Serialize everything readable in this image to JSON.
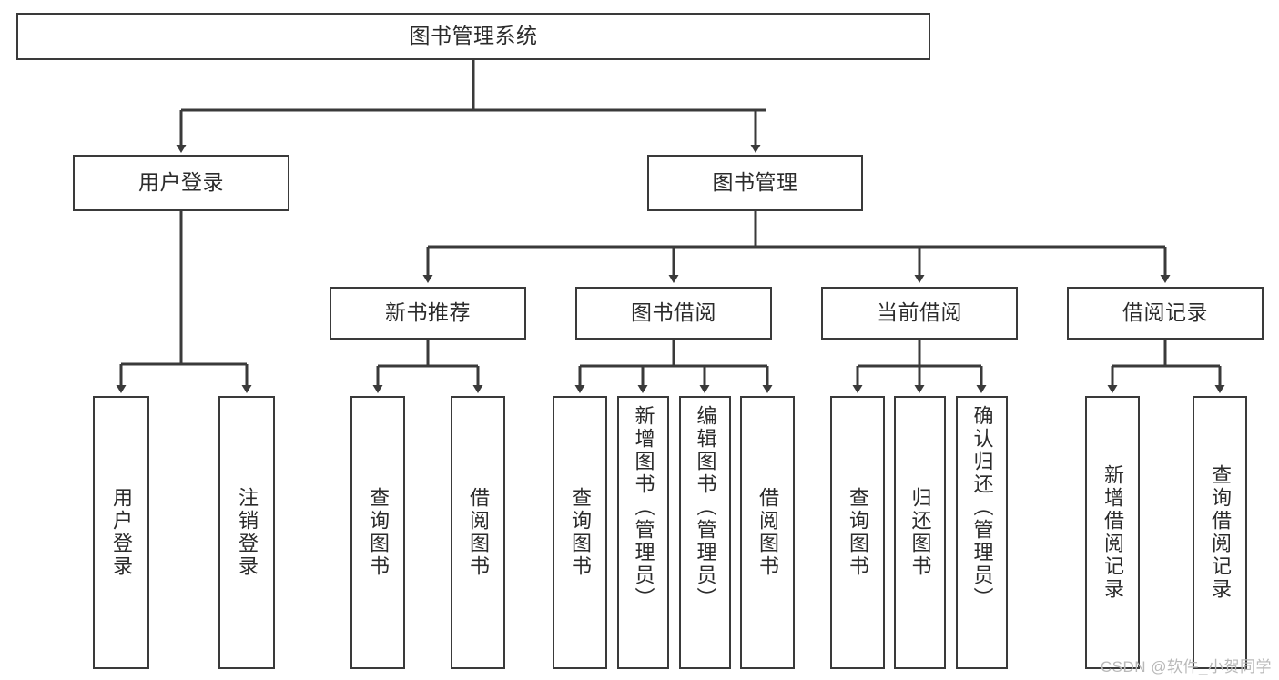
{
  "diagram": {
    "title": "图书管理系统",
    "type": "tree-hierarchy-chart",
    "stroke_color": "#3a3a3a",
    "text_color": "#2b2b2b",
    "background_color": "#ffffff",
    "watermark": "CSDN @软件_小贺同学"
  },
  "nodes": {
    "root": {
      "label": "图书管理系统"
    },
    "level2": [
      {
        "label": "用户登录"
      },
      {
        "label": "图书管理"
      }
    ],
    "level3": [
      {
        "label": "新书推荐"
      },
      {
        "label": "图书借阅"
      },
      {
        "label": "当前借阅"
      },
      {
        "label": "借阅记录"
      }
    ],
    "leaves_user_login": [
      {
        "label": "用户登录"
      },
      {
        "label": "注销登录"
      }
    ],
    "leaves_new_book": [
      {
        "label": "查询图书"
      },
      {
        "label": "借阅图书"
      }
    ],
    "leaves_book_borrow": [
      {
        "label": "查询图书"
      },
      {
        "label": "新增图书（管理员）"
      },
      {
        "label": "编辑图书（管理员）"
      },
      {
        "label": "借阅图书"
      }
    ],
    "leaves_current_borrow": [
      {
        "label": "查询图书"
      },
      {
        "label": "归还图书"
      },
      {
        "label": "确认归还（管理员）"
      }
    ],
    "leaves_borrow_record": [
      {
        "label": "新增借阅记录"
      },
      {
        "label": "查询借阅记录"
      }
    ]
  }
}
